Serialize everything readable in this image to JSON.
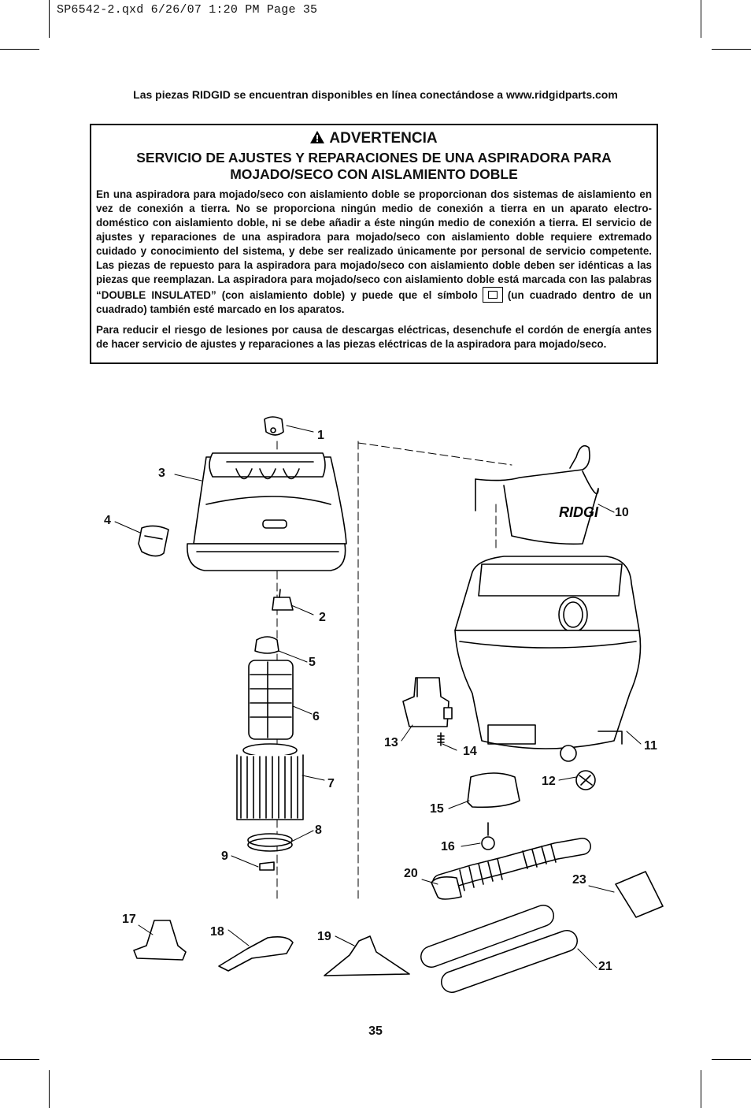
{
  "print_slug": "SP6542-2.qxd  6/26/07  1:20 PM  Page 35",
  "header_note": "Las piezas RIDGID se encuentran disponibles en línea conectándose a www.ridgidparts.com",
  "warning": {
    "title": "ADVERTENCIA",
    "subtitle_line1": "SERVICIO DE AJUSTES Y REPARACIONES DE UNA ASPIRADORA PARA",
    "subtitle_line2": "MOJADO/SECO CON AISLAMIENTO DOBLE",
    "paragraph1_part1": "En una aspiradora para mojado/seco con aislamiento doble se proporcionan dos sistemas de aislamiento en vez de conexión a tierra. No se proporciona ningún medio de conexión a tierra en un aparato electro-doméstico con aislamiento doble, ni se debe añadir a éste ningún medio de conexión a tierra. El servicio de ajustes y reparaciones de una aspiradora para mojado/seco con aislamiento doble requiere extremado cuidado y conocimiento del sistema, y debe ser realizado únicamente por personal de servicio competente. Las piezas de repuesto para la aspiradora para mojado/seco con aislamiento doble deben ser idénticas a las piezas que reemplazan. La aspiradora para mojado/seco con aislamiento doble está marcada con las palabras “DOUBLE INSULATED” (con aislamiento doble) y puede que el símbolo",
    "paragraph1_part2": "(un cuadrado dentro de un cuadrado) también esté marcado en los aparatos.",
    "paragraph2": "Para reducir el riesgo de lesiones por causa de descargas eléctricas, desenchufe el cordón de energía antes de hacer servicio de ajustes y reparaciones a las piezas eléctricas de la aspiradora para mojado/seco."
  },
  "diagram": {
    "brand_mark": "RIDGI",
    "callouts": [
      "1",
      "2",
      "3",
      "4",
      "5",
      "6",
      "7",
      "8",
      "9",
      "10",
      "11",
      "12",
      "13",
      "14",
      "15",
      "16",
      "17",
      "18",
      "19",
      "20",
      "21",
      "23"
    ]
  },
  "page_number": "35"
}
